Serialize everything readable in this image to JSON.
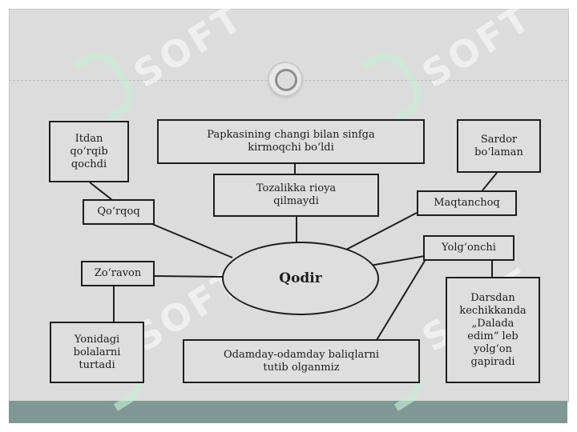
{
  "watermark": {
    "text": "SOFT"
  },
  "diagram": {
    "center": "Qodir",
    "nodes": {
      "itdan": "Itdan\nqo‘rqib\nqochdi",
      "qorqoq": "Qo‘rqoq",
      "papka": "Papkasining changi bilan sinfga\nkirmoqchi bo‘ldi",
      "tozalik": "Tozalikka rioya\nqilmaydi",
      "sardor": "Sardor\nbo‘laman",
      "maqtanchoq": "Maqtanchoq",
      "yolgonchi": "Yolg‘onchi",
      "zoravon": "Zo‘ravon",
      "yonidagi": "Yonidagi\nbolalarni\nturtadi",
      "odamday": "Odamday-odamday baliqlarni\ntutib olganmiz",
      "darsdan": "Darsdan\nkechikkanda\n„Dalada\nedim“ leb\nyolg‘on\ngapiradi"
    }
  }
}
